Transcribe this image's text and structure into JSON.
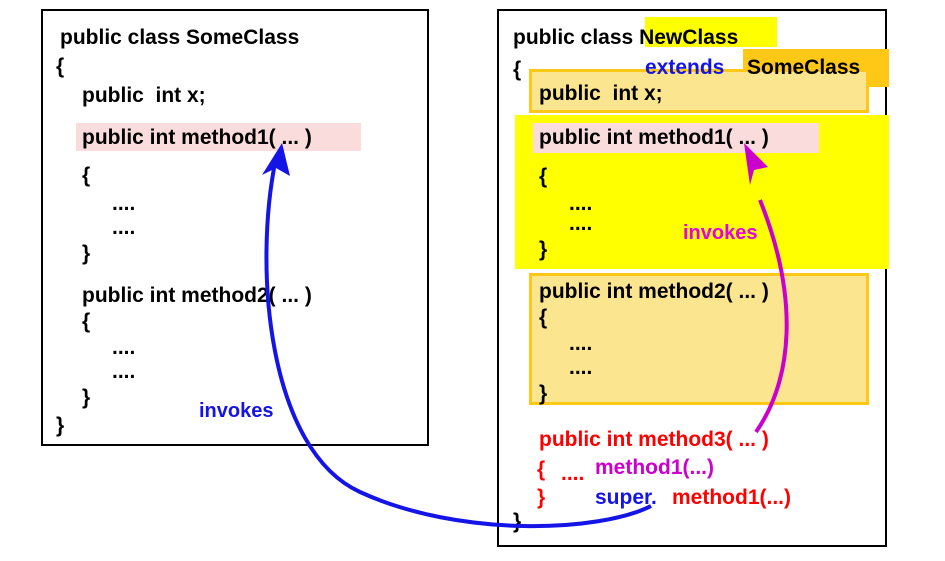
{
  "diagram": {
    "title": "Java inheritance: overriding and invoking method1",
    "colors": {
      "highlight_pink": "#fadcdc",
      "highlight_yellow": "#ffff00",
      "highlight_gold": "#ffc816",
      "highlight_pale_yellow": "#fce58f",
      "arrow_blue": "#1414e6",
      "arrow_magenta": "#e600e6",
      "text_red": "#ff0000",
      "text_black": "#000000"
    }
  },
  "left_box": {
    "name": "SomeClass",
    "lines": [
      {
        "id": "l1",
        "text": "public class SomeClass"
      },
      {
        "id": "l2",
        "text": "{"
      },
      {
        "id": "l3",
        "text": "public  int x;"
      },
      {
        "id": "l4",
        "text": "public int method1( ... )"
      },
      {
        "id": "l5",
        "text": "{"
      },
      {
        "id": "l6",
        "text": "...."
      },
      {
        "id": "l7",
        "text": "...."
      },
      {
        "id": "l8",
        "text": "}"
      },
      {
        "id": "l9",
        "text": "public int method2( ... )"
      },
      {
        "id": "l10",
        "text": "{"
      },
      {
        "id": "l11",
        "text": "...."
      },
      {
        "id": "l12",
        "text": "...."
      },
      {
        "id": "l13",
        "text": "}"
      },
      {
        "id": "l14",
        "text": "}"
      }
    ],
    "invokes_label": "invokes"
  },
  "right_box": {
    "name": "NewClass",
    "lines": [
      {
        "id": "r1a",
        "text": "public class "
      },
      {
        "id": "r1b",
        "text": "NewClass"
      },
      {
        "id": "r2",
        "text": "{"
      },
      {
        "id": "r3a",
        "text": "extends"
      },
      {
        "id": "r3b",
        "text": "SomeClass"
      },
      {
        "id": "r4",
        "text": "public  int x;"
      },
      {
        "id": "r5",
        "text": "public int method1( ... )"
      },
      {
        "id": "r6",
        "text": "{"
      },
      {
        "id": "r7",
        "text": "...."
      },
      {
        "id": "r8",
        "text": "...."
      },
      {
        "id": "r9",
        "text": "}"
      },
      {
        "id": "r10",
        "text": "public int method2( ... )"
      },
      {
        "id": "r11",
        "text": "{"
      },
      {
        "id": "r12",
        "text": "...."
      },
      {
        "id": "r13",
        "text": "...."
      },
      {
        "id": "r14",
        "text": "}"
      },
      {
        "id": "r15",
        "text": "public int method3( ... )"
      },
      {
        "id": "r16",
        "text": "{"
      },
      {
        "id": "r17",
        "text": "...."
      },
      {
        "id": "r18",
        "text": "method1(...)"
      },
      {
        "id": "r19",
        "text": "}"
      },
      {
        "id": "r20a",
        "text": "super."
      },
      {
        "id": "r20b",
        "text": "method1(...)"
      },
      {
        "id": "r21",
        "text": "}"
      }
    ],
    "invokes_label": "invokes"
  }
}
